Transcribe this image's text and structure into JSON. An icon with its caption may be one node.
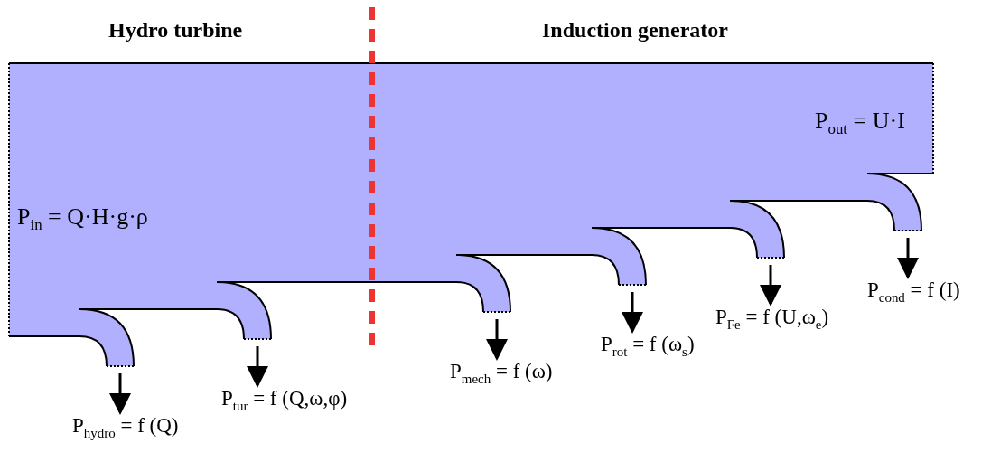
{
  "diagram": {
    "nodes": [
      {
        "text": [
          "P$_{in}$ = Q·H·g·ρ",
          "P$_{out}$ = U·I"
        ]
      },
      {
        "text": [
          "P$_{hydro}$ = f (Q)"
        ]
      },
      {
        "text": [
          "P$_{tur}$ = f (Q,ω,φ)"
        ]
      },
      {
        "text": [
          "P$_{mech}$ = f (ω)"
        ]
      },
      {
        "text": [
          "P$_{rot}$ = f (ω$_{s}$)"
        ]
      },
      {
        "text": [
          "P$_{Fe}$ = f (U,ω$_{e}$)"
        ]
      },
      {
        "text": [
          "P$_{cond}$ = f (I)"
        ]
      }
    ],
    "edges": [
      {
        "from": 0,
        "to": 1,
        "arrow": "to"
      },
      {
        "from": 0,
        "to": 2,
        "arrow": "to"
      },
      {
        "from": 0,
        "to": 3,
        "arrow": "to"
      },
      {
        "from": 0,
        "to": 4,
        "arrow": "to"
      },
      {
        "from": 0,
        "to": 5,
        "arrow": "to"
      },
      {
        "from": 0,
        "to": 6,
        "arrow": "to"
      }
    ],
    "labels": [
      "Hydro turbine",
      "Induction generator"
    ]
  }
}
